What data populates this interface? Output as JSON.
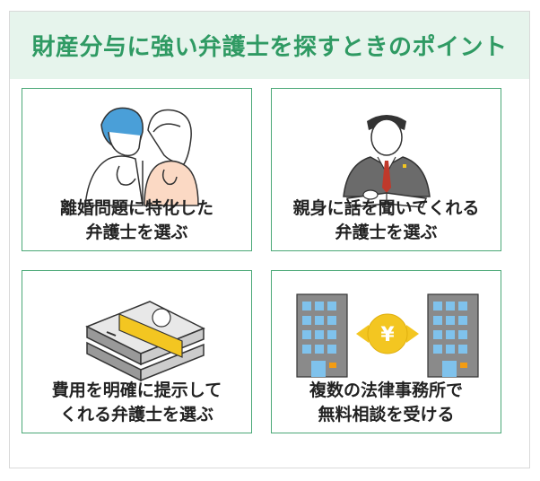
{
  "title": "財産分与に強い弁護士を探すときのポイント",
  "colors": {
    "accent": "#2f9a63",
    "header_bg": "#e6f4ec",
    "card_border": "#4aa877",
    "coin": "#f3c621"
  },
  "cards": [
    {
      "icon": "couple-thinking-icon",
      "lines": [
        "離婚問題に特化した",
        "弁護士を選ぶ"
      ]
    },
    {
      "icon": "lawyer-icon",
      "lines": [
        "親身に話を聞いてくれる",
        "弁護士を選ぶ"
      ]
    },
    {
      "icon": "money-stack-icon",
      "lines": [
        "費用を明確に提示して",
        "くれる弁護士を選ぶ"
      ]
    },
    {
      "icon": "office-buildings-yen-icon",
      "coin_symbol": "¥",
      "lines": [
        "複数の法律事務所で",
        "無料相談を受ける"
      ]
    }
  ]
}
